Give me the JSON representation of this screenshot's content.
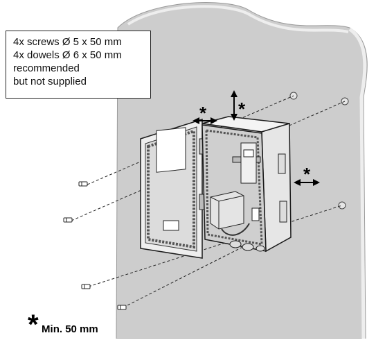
{
  "note": {
    "lines": [
      "4x screws Ø 5 x 50 mm",
      "4x dowels Ø 6 x 50 mm",
      "recommended",
      "but not supplied"
    ]
  },
  "markers": {
    "asterisk": "*"
  },
  "footnote": {
    "star": "*",
    "text": "Min. 50 mm"
  },
  "colors": {
    "wall": "#cdcdcd",
    "wall_edge": "#b5b5b5",
    "enclosure": "#f2f2f2",
    "outline": "#1a1a1a",
    "gasket": "#555555"
  }
}
